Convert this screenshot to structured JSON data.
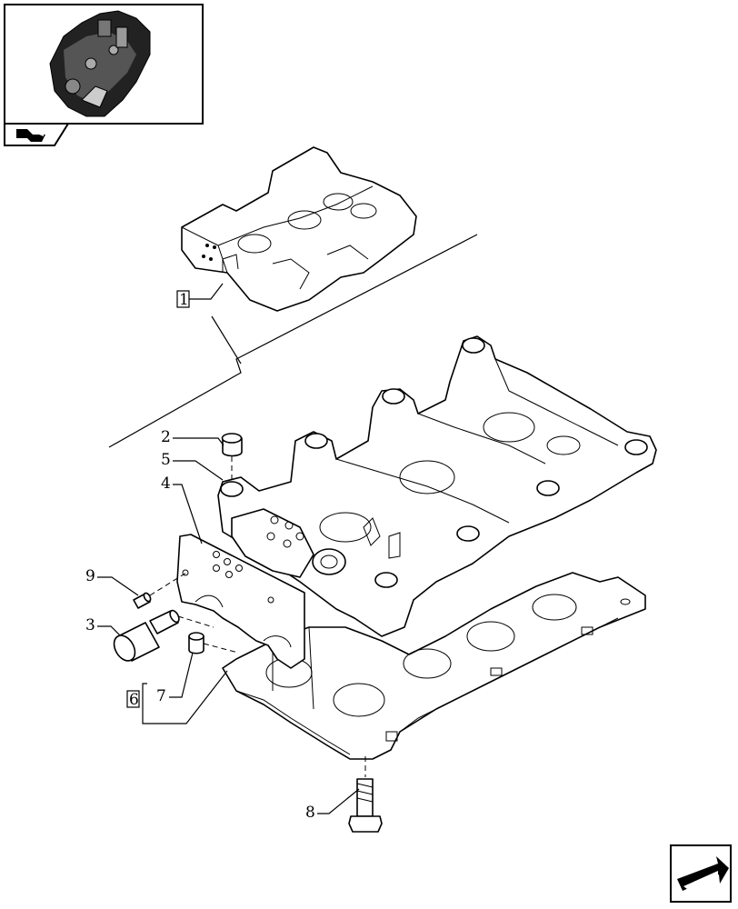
{
  "callouts": {
    "ref_1": "1",
    "ref_2": "2",
    "ref_3": "3",
    "ref_4": "4",
    "ref_5": "5",
    "ref_6": "6",
    "ref_7": "7",
    "ref_8": "8",
    "ref_9": "9"
  },
  "icons": {
    "thumbnail": "engine-thumbnail-icon",
    "prev_nav": "prev-page-arrow-icon",
    "next_nav": "next-page-arrow-icon"
  }
}
